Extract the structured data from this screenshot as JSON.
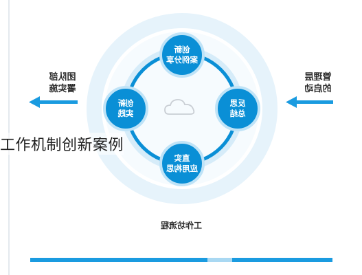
{
  "caption": "工作机制创新案例",
  "nodes": {
    "top": "创新\n案例分享",
    "right": "反思\n总结",
    "bottom": "直实\n应用构思",
    "left": "创新\n实践"
  },
  "left_label": "团队部\n署实施",
  "right_label": "管理层\n的启动",
  "bottom_label": "工作坊流程",
  "colors": {
    "node": "#0a8fd6",
    "ring": "#0a8fd6",
    "halo": "#cfe9f8",
    "arrow": "#1a9be0",
    "bottom_bar": "#1a9be0",
    "bottom_bar_light": "#a9d8f2"
  },
  "icons": [
    "arrow-left-icon",
    "arrow-right-icon",
    "cloud-icon"
  ]
}
